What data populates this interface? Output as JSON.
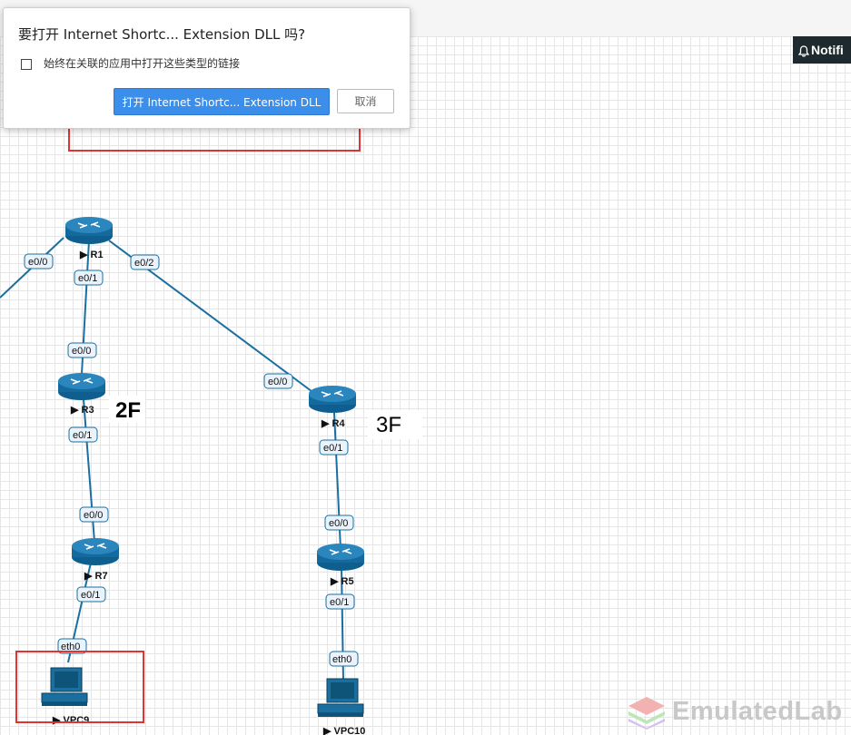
{
  "dialog": {
    "title": "要打开 Internet Shortc... Extension DLL 吗?",
    "checkbox_label": "始终在关联的应用中打开这些类型的链接",
    "open_button": "打开 Internet Shortc... Extension DLL",
    "cancel_button": "取消"
  },
  "notifications": {
    "label": "Notifi",
    "icon": "bell-icon"
  },
  "topology": {
    "nodes": {
      "r1": "R1",
      "r3": "R3",
      "r4": "R4",
      "r7": "R7",
      "r5": "R5",
      "vpc9": "VPC9",
      "vpc10": "VPC10"
    },
    "interfaces": {
      "r1_e00": "e0/0",
      "r1_e01": "e0/1",
      "r1_e02": "e0/2",
      "r3_e00": "e0/0",
      "r3_e01": "e0/1",
      "r4_e00": "e0/0",
      "r4_e01": "e0/1",
      "r7_e00": "e0/0",
      "r7_e01": "e0/1",
      "r5_e00": "e0/0",
      "r5_e01": "e0/1",
      "vpc9_eth0": "eth0",
      "vpc10_eth0": "eth0"
    },
    "floor_labels": {
      "second": "2F",
      "third": "3F"
    },
    "colors": {
      "link": "#1a6fa0",
      "router": "#146a9c",
      "highlight": "#e03434"
    }
  },
  "watermark": {
    "text": "EmulatedLab"
  }
}
